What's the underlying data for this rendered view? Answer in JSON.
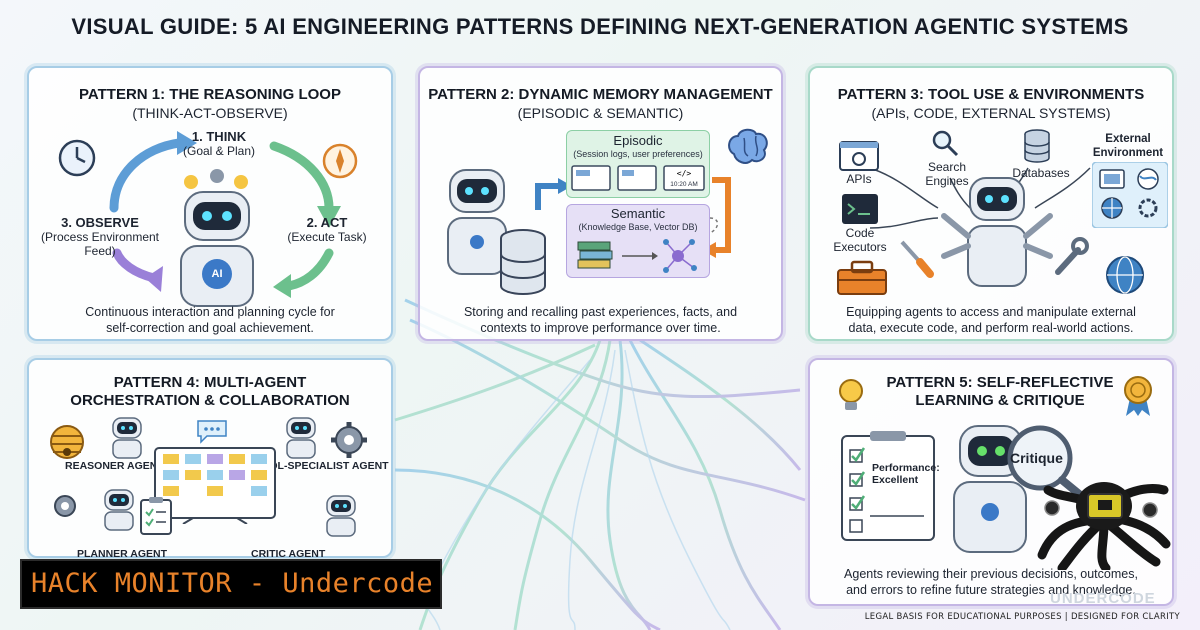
{
  "title": "VISUAL GUIDE: 5 AI ENGINEERING PATTERNS DEFINING NEXT-GENERATION AGENTIC SYSTEMS",
  "p1": {
    "title": "PATTERN 1: THE REASONING LOOP",
    "subtitle": "(THINK-ACT-OBSERVE)",
    "think": "1. THINK",
    "think_sub": "(Goal & Plan)",
    "act": "2. ACT",
    "act_sub": "(Execute Task)",
    "observe": "3. OBSERVE",
    "observe_sub1": "(Process Environment",
    "observe_sub2": "Feed)",
    "robot_badge": "AI",
    "desc1": "Continuous interaction and planning cycle for",
    "desc2": "self-correction and goal achievement."
  },
  "p2": {
    "title": "PATTERN 2: DYNAMIC MEMORY MANAGEMENT",
    "subtitle": "(EPISODIC & SEMANTIC)",
    "episodic": "Episodic",
    "episodic_sub": "(Session logs, user preferences)",
    "timestamp": "10:20 AM",
    "semantic": "Semantic",
    "semantic_sub": "(Knowledge Base, Vector DB)",
    "desc1": "Storing and recalling past experiences, facts, and",
    "desc2": "contexts to improve performance over time."
  },
  "p3": {
    "title": "PATTERN 3: TOOL USE & ENVIRONMENTS",
    "subtitle": "(APIs, CODE, EXTERNAL SYSTEMS)",
    "apis": "APIs",
    "search1": "Search",
    "search2": "Engines",
    "databases": "Databases",
    "external1": "External",
    "external2": "Environment",
    "code1": "Code",
    "code2": "Executors",
    "desc1": "Equipping agents to access and manipulate external",
    "desc2": "data, execute code, and perform real-world actions."
  },
  "p4": {
    "title1": "PATTERN 4: MULTI-AGENT",
    "title2": "ORCHESTRATION & COLLABORATION",
    "reasoner": "REASONER AGENT",
    "tool_specialist": "TOOL-SPECIALIST AGENT",
    "planner": "PLANNER AGENT",
    "critic": "CRITIC AGENT"
  },
  "p5": {
    "title1": "PATTERN 5: SELF-REFLECTIVE",
    "title2": "LEARNING & CRITIQUE",
    "perf1": "Performance:",
    "perf2": "Excellent",
    "critique": "Critique",
    "desc1": "Agents reviewing their previous decisions, outcomes,",
    "desc2": "and errors to refine future strategies and knowledge."
  },
  "overlay": {
    "hack_label": "HACK MONITOR - Undercode",
    "watermark": "UNDERCODE",
    "legal": "LEGAL BASIS FOR EDUCATIONAL PURPOSES | DESIGNED FOR CLARITY"
  },
  "colors": {
    "accent_blue": "#3f83c4",
    "accent_green": "#4fae77",
    "accent_purple": "#8a6ccf",
    "accent_orange": "#e8822a"
  }
}
